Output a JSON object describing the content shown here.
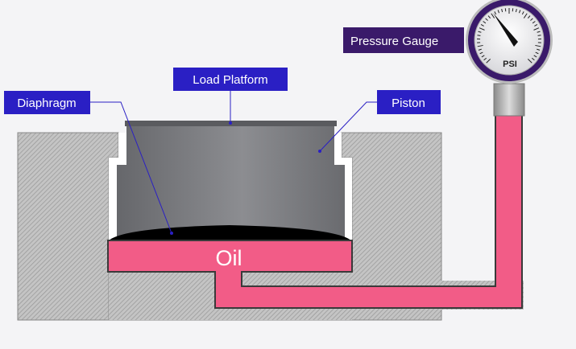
{
  "labels": {
    "pressure_gauge": "Pressure Gauge",
    "load_platform": "Load Platform",
    "diaphragm": "Diaphragm",
    "piston": "Piston",
    "oil": "Oil",
    "gauge_unit": "PSI"
  },
  "colors": {
    "oil": "#f25c87",
    "label_blue": "#2a1fc4",
    "label_purple": "#3a1a6a",
    "leader_line": "#2a1fc4",
    "body_gray": "#b4b4b4",
    "piston_gray": "#7f8084",
    "diaphragm": "#000000"
  }
}
